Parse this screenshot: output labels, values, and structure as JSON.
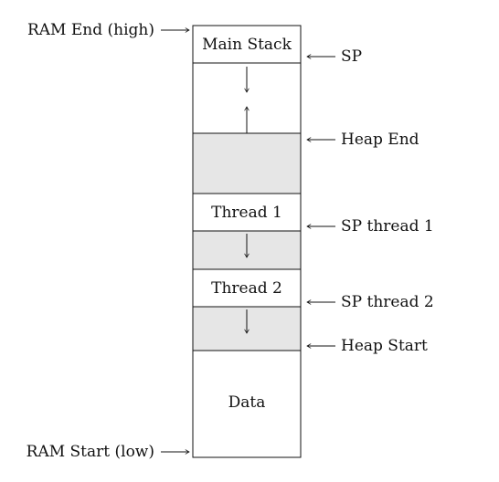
{
  "colors": {
    "shaded": "#e6e6e6",
    "white": "#ffffff",
    "line": "#111111"
  },
  "left_labels": {
    "ram_end": "RAM End (high)",
    "ram_start": "RAM Start (low)"
  },
  "segments": {
    "main_stack": "Main Stack",
    "thread1": "Thread 1",
    "thread2": "Thread 2",
    "data": "Data"
  },
  "right_labels": {
    "sp": "SP",
    "heap_end": "Heap End",
    "sp_thread1": "SP thread 1",
    "sp_thread2": "SP thread 2",
    "heap_start": "Heap Start"
  },
  "arrow_glyphs": {
    "left": "⟵",
    "right": "⟶"
  }
}
